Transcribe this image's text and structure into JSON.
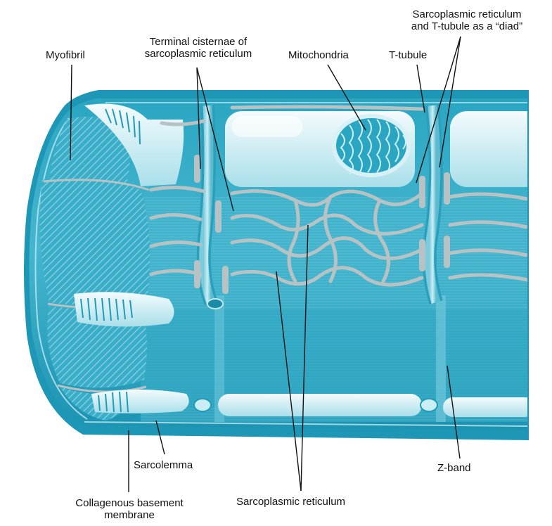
{
  "diagram": {
    "labels": {
      "myofibril": "Myofibril",
      "terminal_cisternae_1": "Terminal cisternae of",
      "terminal_cisternae_2": "sarcoplasmic reticulum",
      "mitochondria": "Mitochondria",
      "t_tubule": "T-tubule",
      "diad_1": "Sarcoplasmic reticulum",
      "diad_2": "and T-tubule as a “diad”",
      "sarcolemma": "Sarcolemma",
      "collagenous_1": "Collagenous basement",
      "collagenous_2": "membrane",
      "sarcoplasmic_reticulum": "Sarcoplasmic reticulum",
      "z_band": "Z-band"
    },
    "colors": {
      "fiber_dark": "#1f9bb8",
      "fiber_mid": "#3fb3cc",
      "fiber_light": "#8fd6e4",
      "reticulum": "#b7c2c4",
      "highlight": "#e6f6fa",
      "leader_line": "#111111"
    }
  }
}
